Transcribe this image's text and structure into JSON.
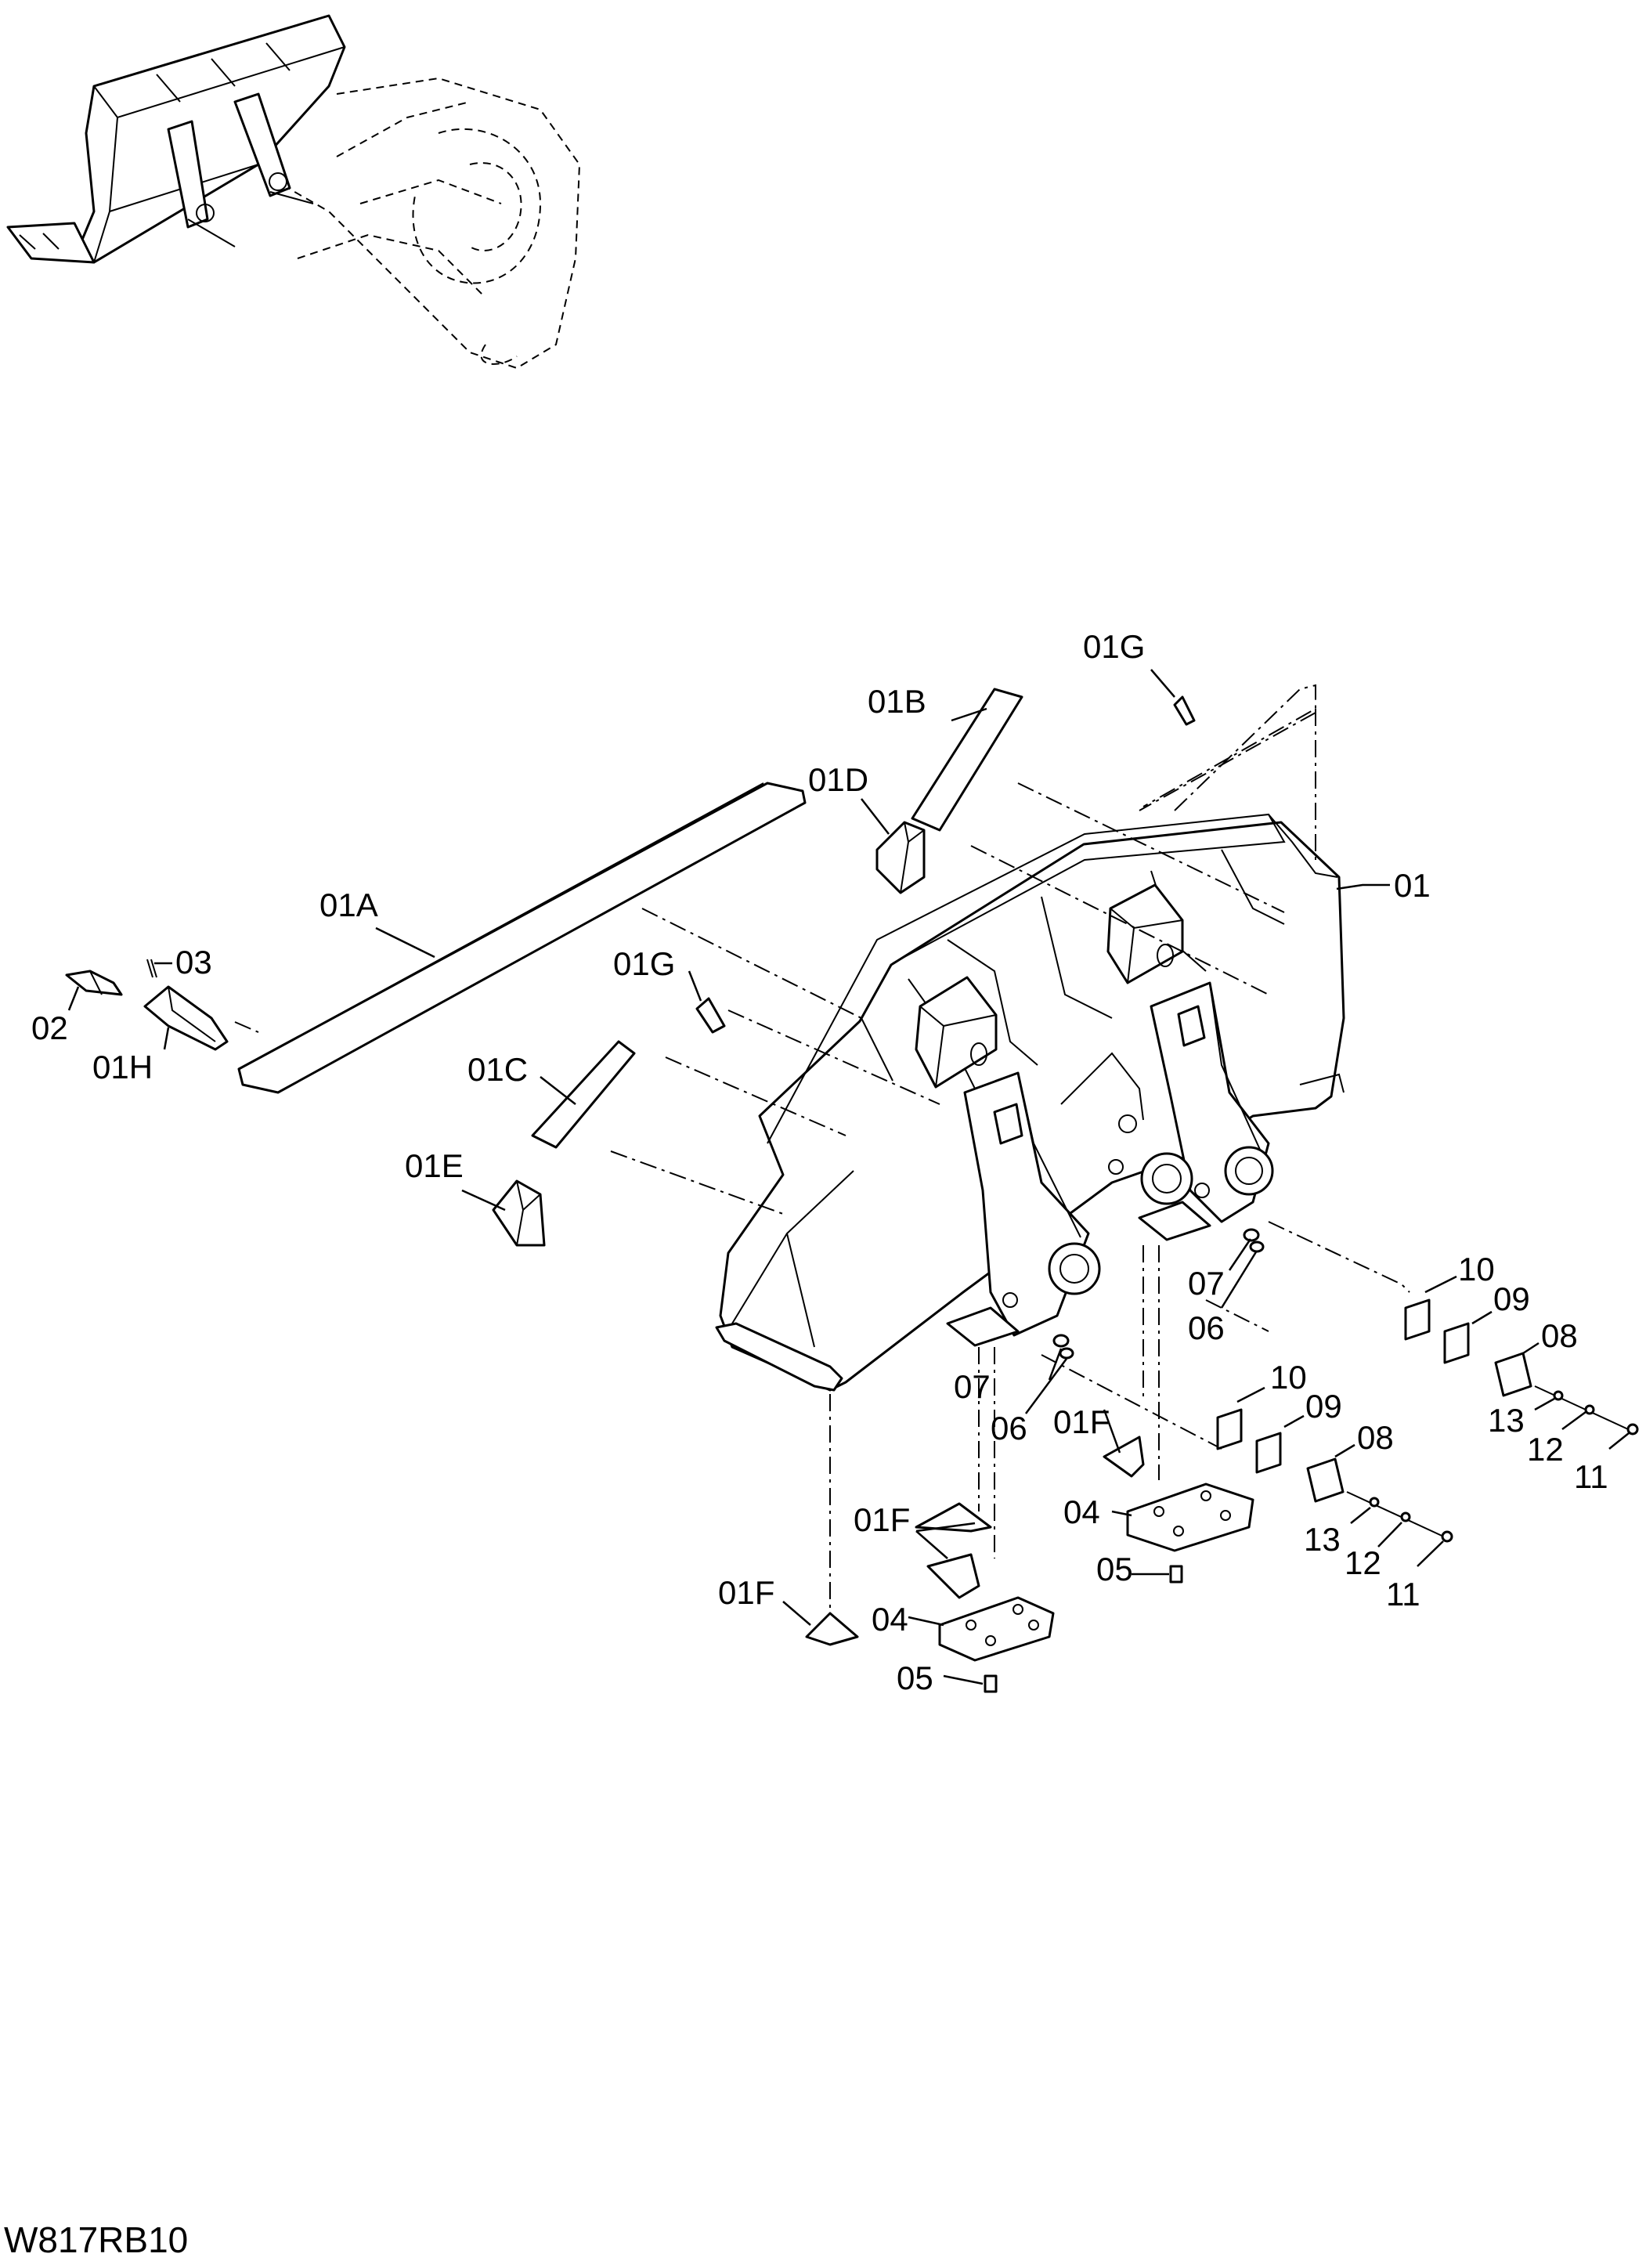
{
  "diagram_code": "W817RB10",
  "parts": {
    "p01": "01",
    "p01A": "01A",
    "p01B": "01B",
    "p01C": "01C",
    "p01D": "01D",
    "p01E": "01E",
    "p01F": "01F",
    "p01G": "01G",
    "p01H": "01H",
    "p02": "02",
    "p03": "03",
    "p04": "04",
    "p05": "05",
    "p06": "06",
    "p07": "07",
    "p08": "08",
    "p09": "09",
    "p10": "10",
    "p11": "11",
    "p12": "12",
    "p13": "13"
  }
}
